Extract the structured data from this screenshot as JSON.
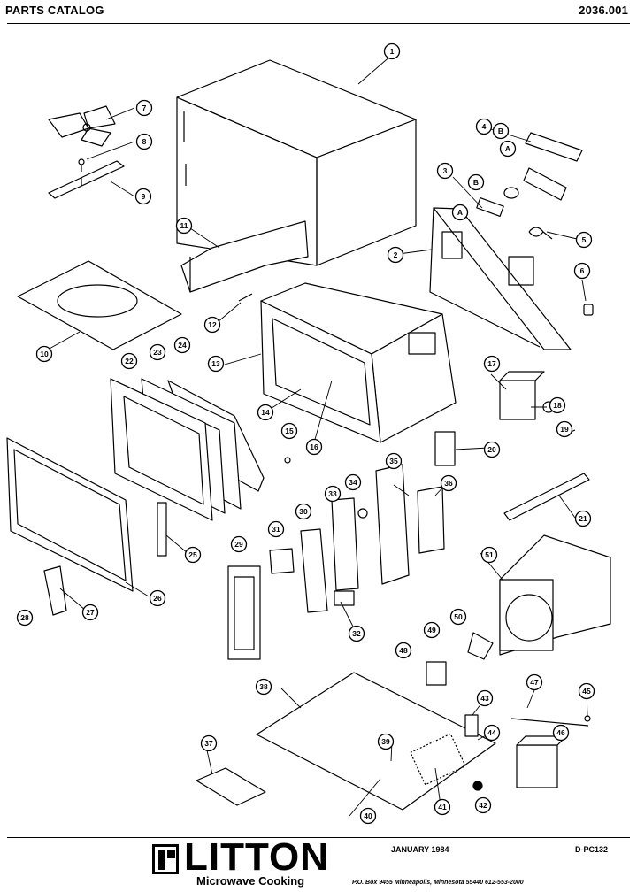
{
  "header": {
    "left": "PARTS CATALOG",
    "right": "2036.001"
  },
  "footer": {
    "brand": "LITTON",
    "subbrand": "Microwave Cooking",
    "date": "JANUARY 1984",
    "code": "D-PC132",
    "address": "P.O. Box 9455 Minneapolis, Minnesota 55440  612-553-2000"
  },
  "callouts": [
    "1",
    "2",
    "3",
    "A",
    "B",
    "4",
    "B",
    "A",
    "5",
    "6",
    "7",
    "8",
    "9",
    "10",
    "11",
    "12",
    "13",
    "14",
    "15",
    "16",
    "17",
    "18",
    "19",
    "20",
    "21",
    "22",
    "23",
    "24",
    "25",
    "26",
    "27",
    "28",
    "29",
    "30",
    "31",
    "32",
    "33",
    "34",
    "35",
    "36",
    "37",
    "38",
    "39",
    "40",
    "41",
    "42",
    "43",
    "44",
    "45",
    "46",
    "47",
    "48",
    "49",
    "50",
    "51"
  ],
  "colors": {
    "ink": "#000000",
    "paper": "#ffffff"
  }
}
